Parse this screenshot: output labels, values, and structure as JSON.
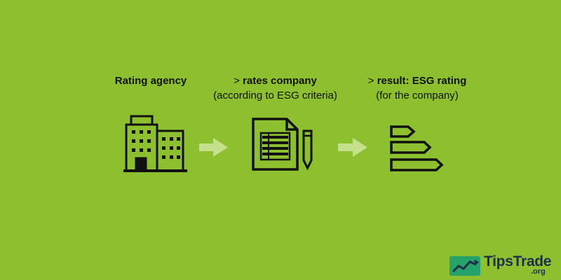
{
  "steps": [
    {
      "title": "Rating agency",
      "subtitle": ""
    },
    {
      "prefix": ">",
      "title": "rates company",
      "subtitle": "(according to ESG criteria)"
    },
    {
      "prefix": ">",
      "title": "result: ESG rating",
      "subtitle": "(for the company)"
    }
  ],
  "icons": [
    "building-icon",
    "document-with-pencil-icon",
    "rating-bars-icon"
  ],
  "brand": {
    "name": "TipsTrade",
    "domain": ".org"
  },
  "colors": {
    "background": "#8dc02f",
    "arrow": "#c5e08a",
    "icon": "#111111",
    "brand": "#1f2f4a"
  }
}
